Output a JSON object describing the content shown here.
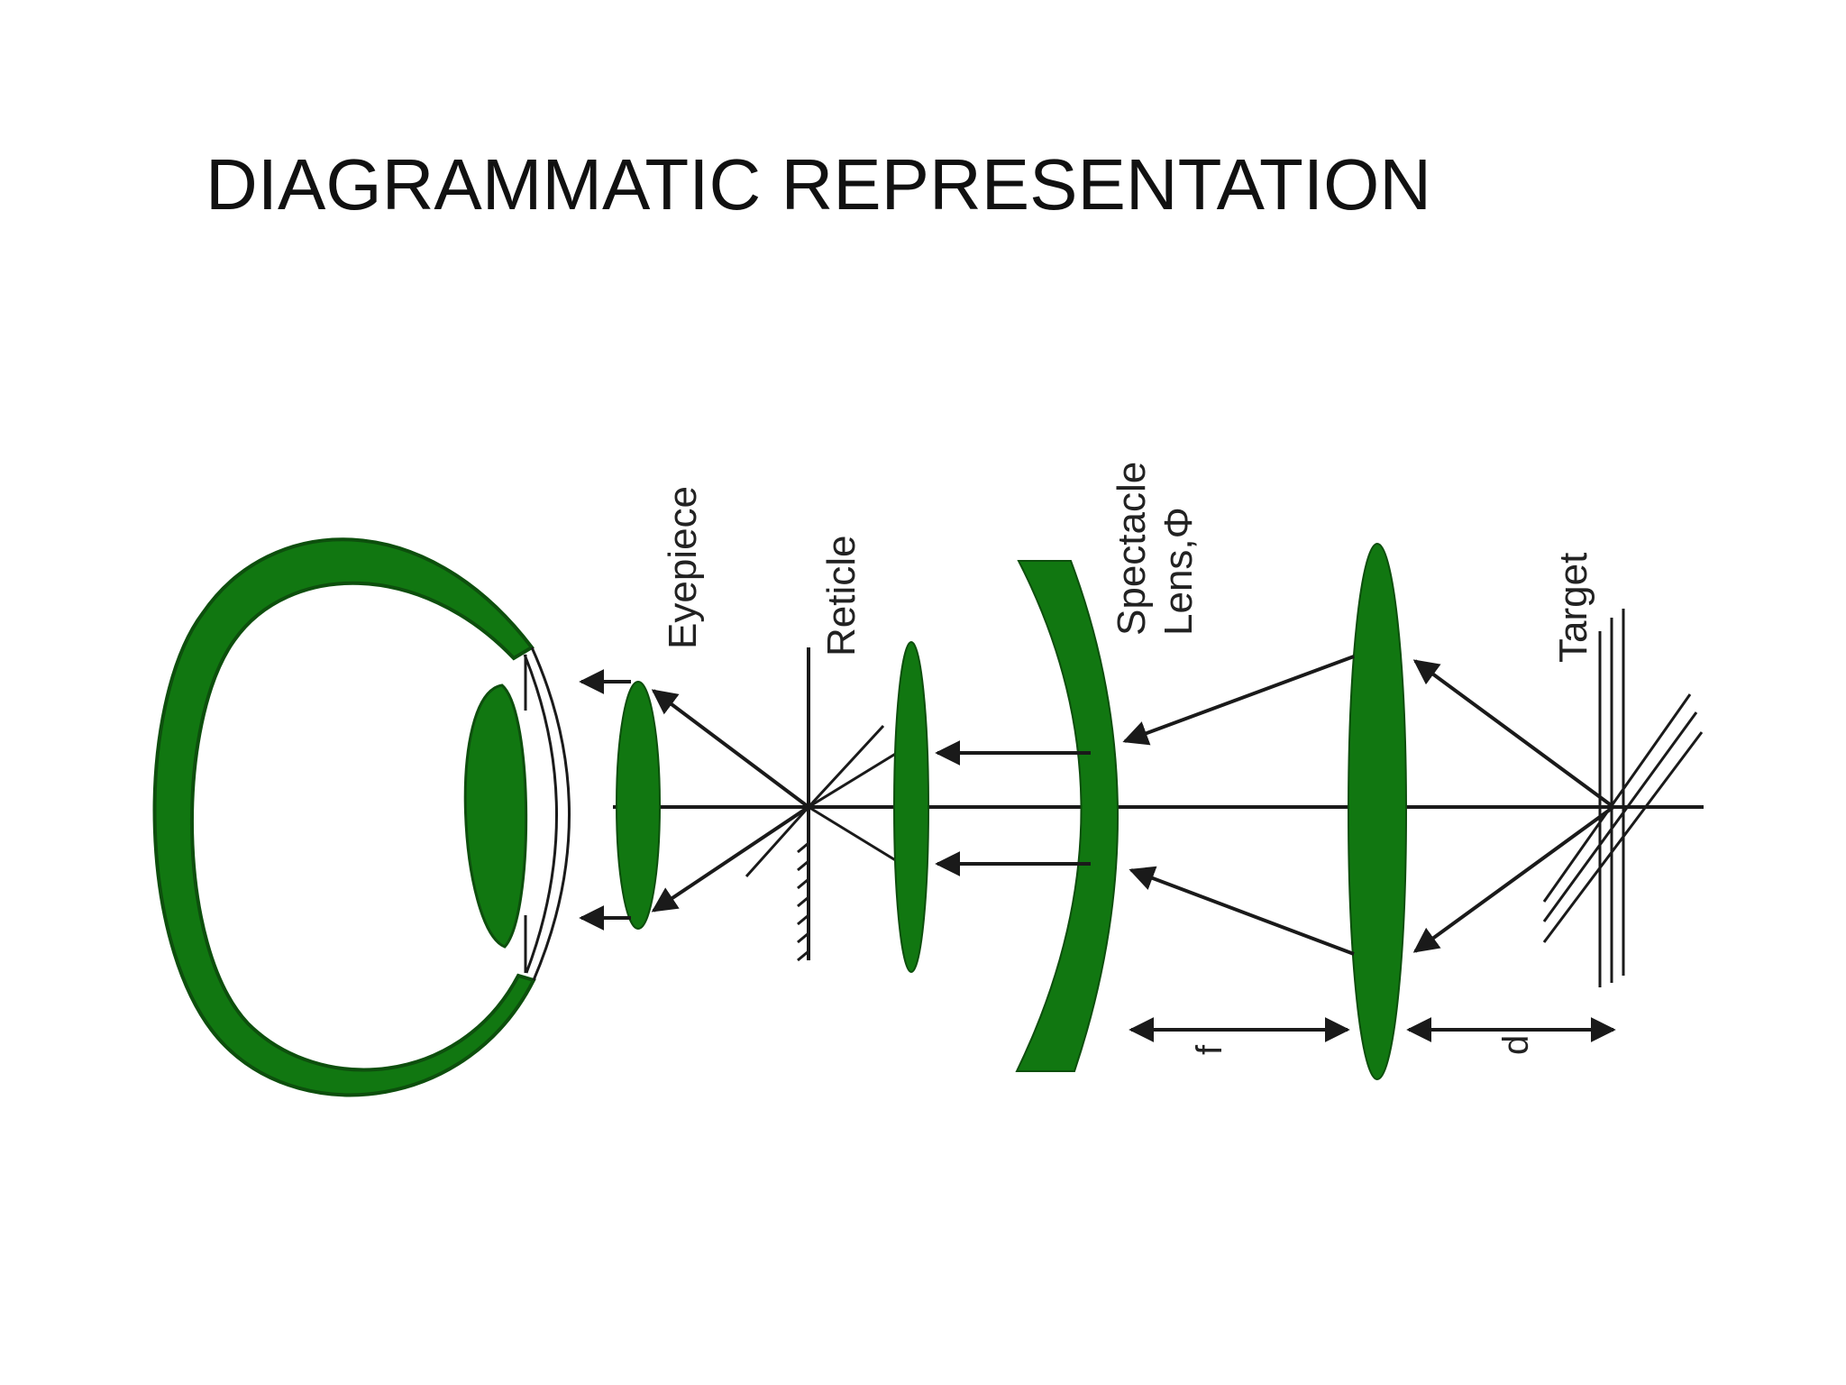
{
  "title": "DIAGRAMMATIC REPRESENTATION",
  "diagram": {
    "labels": {
      "eyepiece": "Eyepiece",
      "reticle": "Reticle",
      "spectacle_line1": "Spectacle",
      "spectacle_line2": "Lens,Φ",
      "target": "Target",
      "f": "f",
      "d": "d"
    },
    "colors": {
      "lens_green": "#117711",
      "line": "#1a1a1a"
    }
  }
}
